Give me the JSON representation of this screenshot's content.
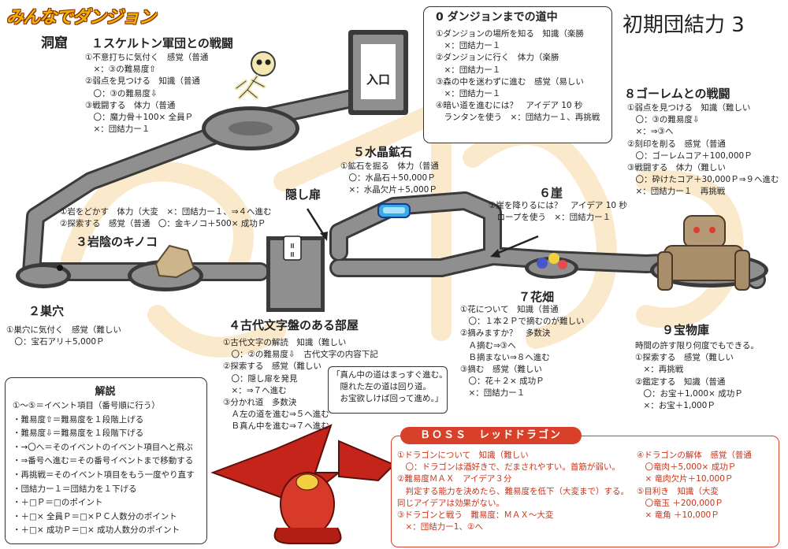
{
  "logo": "みんなでダンジョン",
  "page_title": "初期団結力 3",
  "section_0": {
    "title": "0 ダンジョンまでの道中",
    "lines": [
      "①ダンジョンの場所を知る　知識（楽勝",
      "　×：団結力ー１",
      "②ダンジョンに行く　体力（楽勝",
      "　×：団結力ー１",
      "③森の中を迷わずに進む　感覚（易しい",
      "　×：団結力ー１",
      "④暗い道を進むには？　アイデア 10 秒",
      "　ランタンを使う　×：団結力ー１、再挑戦"
    ]
  },
  "cave_label": "洞窟",
  "section_1": {
    "title": "１スケルトン軍団との戦闘",
    "lines": [
      "①不意打ちに気付く　感覚（普通",
      "　×：③の難易度⇧",
      "②弱点を見つける　知識（普通",
      "　〇：③の難易度⇩",
      "③戦闘する　体力（普通",
      "　〇：魔力骨＋100× 全員Ｐ",
      "　×：団結力ー１"
    ]
  },
  "entrance_label": "入口",
  "section_3": {
    "title": "３岩陰のキノコ",
    "lines": [
      "①岩をどかす　体力（大変　×：団結力ー１、⇒４へ進む",
      "②探索する　感覚（普通　〇：金キノコ＋500× 成功Ｐ"
    ]
  },
  "section_2": {
    "title": "２巣穴",
    "lines": [
      "①巣穴に気付く　感覚（難しい",
      "　〇：宝石アリ＋5,000Ｐ"
    ]
  },
  "hidden_door_label": "隠し扉",
  "section_5": {
    "title": "５水晶鉱石",
    "lines": [
      "①鉱石を掘る　体力（普通",
      "　〇：水晶石＋50,000Ｐ",
      "　×：水晶欠片＋5,000Ｐ"
    ]
  },
  "section_6": {
    "title": "６崖",
    "lines": [
      "①崖を降りるには？　アイデア 10 秒",
      "　ロープを使う　×：団結力ー１"
    ]
  },
  "section_8": {
    "title": "８ゴーレムとの戦闘",
    "lines": [
      "①弱点を見つける　知識（難しい",
      "　〇：③の難易度⇩",
      "　×：⇒③へ",
      "②刻印を削る　感覚（普通",
      "　〇：ゴーレムコア＋100,000Ｐ",
      "③戦闘する　体力（難しい",
      "　〇：砕けたコア＋30,000Ｐ⇒９へ進む",
      "　×：団結力ー１　再挑戦"
    ]
  },
  "section_4": {
    "title": "４古代文字盤のある部屋",
    "lines": [
      "①古代文字の解読　知識（難しい",
      "　〇：②の難易度⇩　古代文字の内容下記",
      "②探索する　感覚（難しい",
      "　〇：隠し扉を発見",
      "　×：⇒７へ進む",
      "③分かれ道　多数決",
      "　Ａ左の道を進む⇒５へ進む",
      "　Ｂ真ん中を進む⇒７へ進む"
    ]
  },
  "ancient_text": {
    "lines": [
      "「真ん中の道はまっすぐ進む。",
      "　隠れた左の道は回り道。",
      "　お宝欲しけば回って進め。」"
    ]
  },
  "section_7": {
    "title": "７花畑",
    "lines": [
      "①花について　知識（普通",
      "　〇：１本２Ｐで摘むのが難しい",
      "②摘みますか？　多数決",
      "　Ａ摘む⇒③へ",
      "　Ｂ摘まない⇒８へ進む",
      "③摘む　感覚（難しい",
      "　〇：花＋２× 成功Ｐ",
      "　×：団結力ー１"
    ]
  },
  "section_9": {
    "title": "９宝物庫",
    "lines": [
      "時間の許す限り何度でもできる。",
      "①探索する　感覚（難しい",
      "　×：再挑戦",
      "②鑑定する　知識（普通",
      "　〇：お宝＋1,000× 成功Ｐ",
      "　×：お宝＋1,000Ｐ"
    ]
  },
  "legend": {
    "title": "解説",
    "lines": [
      "①〜⑤＝イベント項目（番号順に行う）",
      "・難易度⇧＝難易度を１段階上げる",
      "・難易度⇩＝難易度を１段階下げる",
      "・→〇へ＝そのイベントのイベント項目へと飛ぶ",
      "・⇒番号へ進む＝その番号イベントまで移動する",
      "・再挑戦＝そのイベント項目をもう一度やり直す",
      "・団結力ー１＝団結力を１下げる",
      "・＋□Ｐ＝□のポイント",
      "・＋□× 全員Ｐ＝□×ＰＣ人数分のポイント",
      "・＋□× 成功Ｐ＝□× 成功人数分のポイント"
    ]
  },
  "boss": {
    "title": "ＢＯＳＳ　レッドドラゴン",
    "left_lines": [
      "①ドラゴンについて　知識（難しい",
      "　〇：ドラゴンは酒好きで、だまされやすい。首筋が弱い。",
      "②難易度ＭＡＸ　アイデア３分",
      "　判定する能力を決めたら、難易度を低下（大変まで）する。",
      "同じアイデアは効果がない。",
      "③ドラゴンと戦う　難易度：ＭＡＸ〜大変",
      "　×：団結力ー1、②へ"
    ],
    "right_lines": [
      "④ドラゴンの解体　感覚（普通",
      "　〇竜肉＋5,000× 成功Ｐ",
      "　× 竜肉欠片＋10,000Ｐ",
      "⑤目利き　知識（大変",
      "　〇竜玉 ＋200,000Ｐ",
      "　× 竜角 ＋10,000Ｐ"
    ]
  },
  "colors": {
    "path": "#8f8f8f",
    "path_outline": "#3a3a3a",
    "boss_red": "#d9402a",
    "crystal": "#3aa9e6",
    "watermark": "#fbe7c6"
  }
}
